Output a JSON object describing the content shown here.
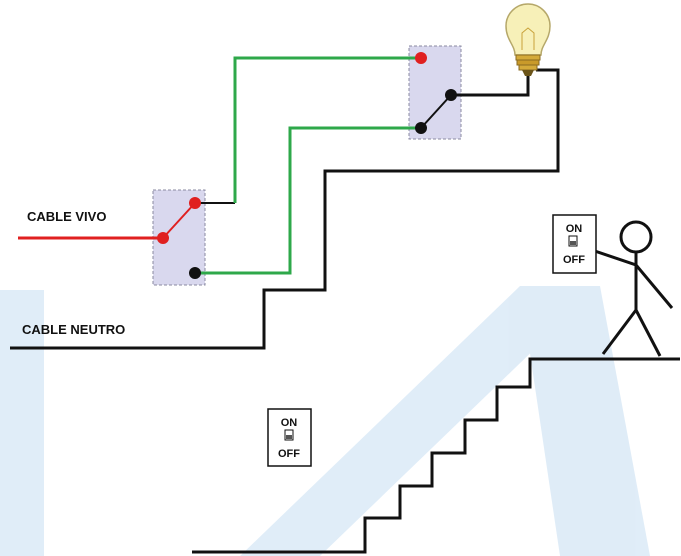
{
  "labels": {
    "live_cable": "CABLE VIVO",
    "neutral_cable": "CABLE NEUTRO"
  },
  "wall_switch_top": {
    "on": "ON",
    "off": "OFF"
  },
  "wall_switch_bottom": {
    "on": "ON",
    "off": "OFF"
  },
  "colors": {
    "live_wire": "#e02020",
    "traveler_wire": "#2ea84a",
    "neutral_wire": "#111111",
    "switch_box": "#d9d8ee",
    "watermark": "#3e8ed4",
    "bulb_glass": "#f7f0b8",
    "bulb_base": "#d4aa3a"
  },
  "icons": [
    "light-bulb-icon",
    "stick-figure-icon",
    "toggle-switch-icon"
  ]
}
